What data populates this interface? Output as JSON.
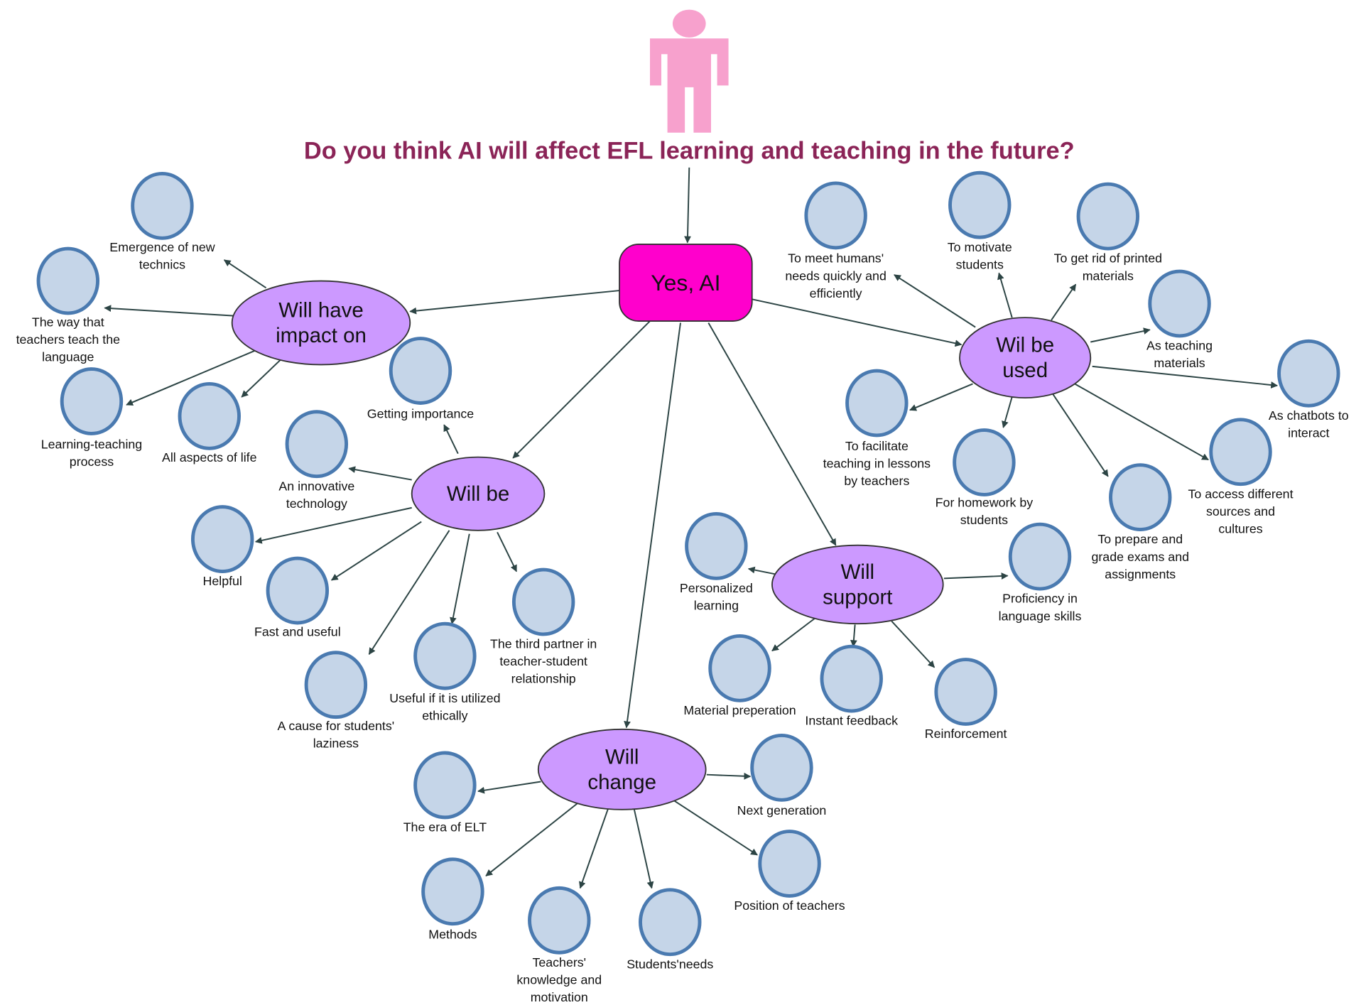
{
  "title": "Do you think AI will affect EFL learning and teaching in the future?",
  "root": {
    "label": "Yes, AI"
  },
  "colors": {
    "title": "#8B2457",
    "root": "#FF00CC",
    "hub": "#CC99FF",
    "leaf_fill": "#C5D5E8",
    "leaf_stroke": "#4A7AB0",
    "person": "#F7A1CD",
    "edge": "#2C4444"
  },
  "icons": {
    "person": "person-icon"
  },
  "hubs": [
    {
      "id": "impact",
      "lines": [
        "Will have",
        "impact on"
      ],
      "leaves": [
        {
          "lines": [
            "Emergence of new",
            "technics"
          ]
        },
        {
          "lines": [
            "The way that",
            "teachers teach the",
            "language"
          ]
        },
        {
          "lines": [
            "Learning-teaching",
            "process"
          ]
        },
        {
          "lines": [
            "All aspects of life"
          ]
        }
      ]
    },
    {
      "id": "will-be",
      "lines": [
        "Will be"
      ],
      "leaves": [
        {
          "lines": [
            "Getting importance"
          ]
        },
        {
          "lines": [
            "An innovative",
            "technology"
          ]
        },
        {
          "lines": [
            "Helpful"
          ]
        },
        {
          "lines": [
            "Fast and useful"
          ]
        },
        {
          "lines": [
            "A cause for students'",
            "laziness"
          ]
        },
        {
          "lines": [
            "Useful if it is utilized",
            "ethically"
          ]
        },
        {
          "lines": [
            "The third partner in",
            "teacher-student",
            "relationship"
          ]
        }
      ]
    },
    {
      "id": "used",
      "lines": [
        "Wil be",
        "used"
      ],
      "leaves": [
        {
          "lines": [
            "To meet humans'",
            "needs quickly and",
            "efficiently"
          ]
        },
        {
          "lines": [
            "To motivate",
            "students"
          ]
        },
        {
          "lines": [
            "To get rid of printed",
            "materials"
          ]
        },
        {
          "lines": [
            "As teaching",
            "materials"
          ]
        },
        {
          "lines": [
            "As chatbots to",
            "interact"
          ]
        },
        {
          "lines": [
            "To facilitate",
            "teaching in lessons",
            "by teachers"
          ]
        },
        {
          "lines": [
            "For homework by",
            "students"
          ]
        },
        {
          "lines": [
            "To access different",
            "sources and",
            "cultures"
          ]
        },
        {
          "lines": [
            "To prepare and",
            "grade exams and",
            "assignments"
          ]
        }
      ]
    },
    {
      "id": "support",
      "lines": [
        "Will",
        "support"
      ],
      "leaves": [
        {
          "lines": [
            "Personalized",
            "learning"
          ]
        },
        {
          "lines": [
            "Proficiency in",
            "language skills"
          ]
        },
        {
          "lines": [
            "Material preperation"
          ]
        },
        {
          "lines": [
            "Instant feedback"
          ]
        },
        {
          "lines": [
            "Reinforcement"
          ]
        }
      ]
    },
    {
      "id": "change",
      "lines": [
        "Will",
        "change"
      ],
      "leaves": [
        {
          "lines": [
            "The era of ELT"
          ]
        },
        {
          "lines": [
            "Next generation"
          ]
        },
        {
          "lines": [
            "Methods"
          ]
        },
        {
          "lines": [
            "Teachers'",
            "knowledge and",
            "motivation"
          ]
        },
        {
          "lines": [
            "Students'needs"
          ]
        },
        {
          "lines": [
            "Position of teachers"
          ]
        }
      ]
    }
  ]
}
